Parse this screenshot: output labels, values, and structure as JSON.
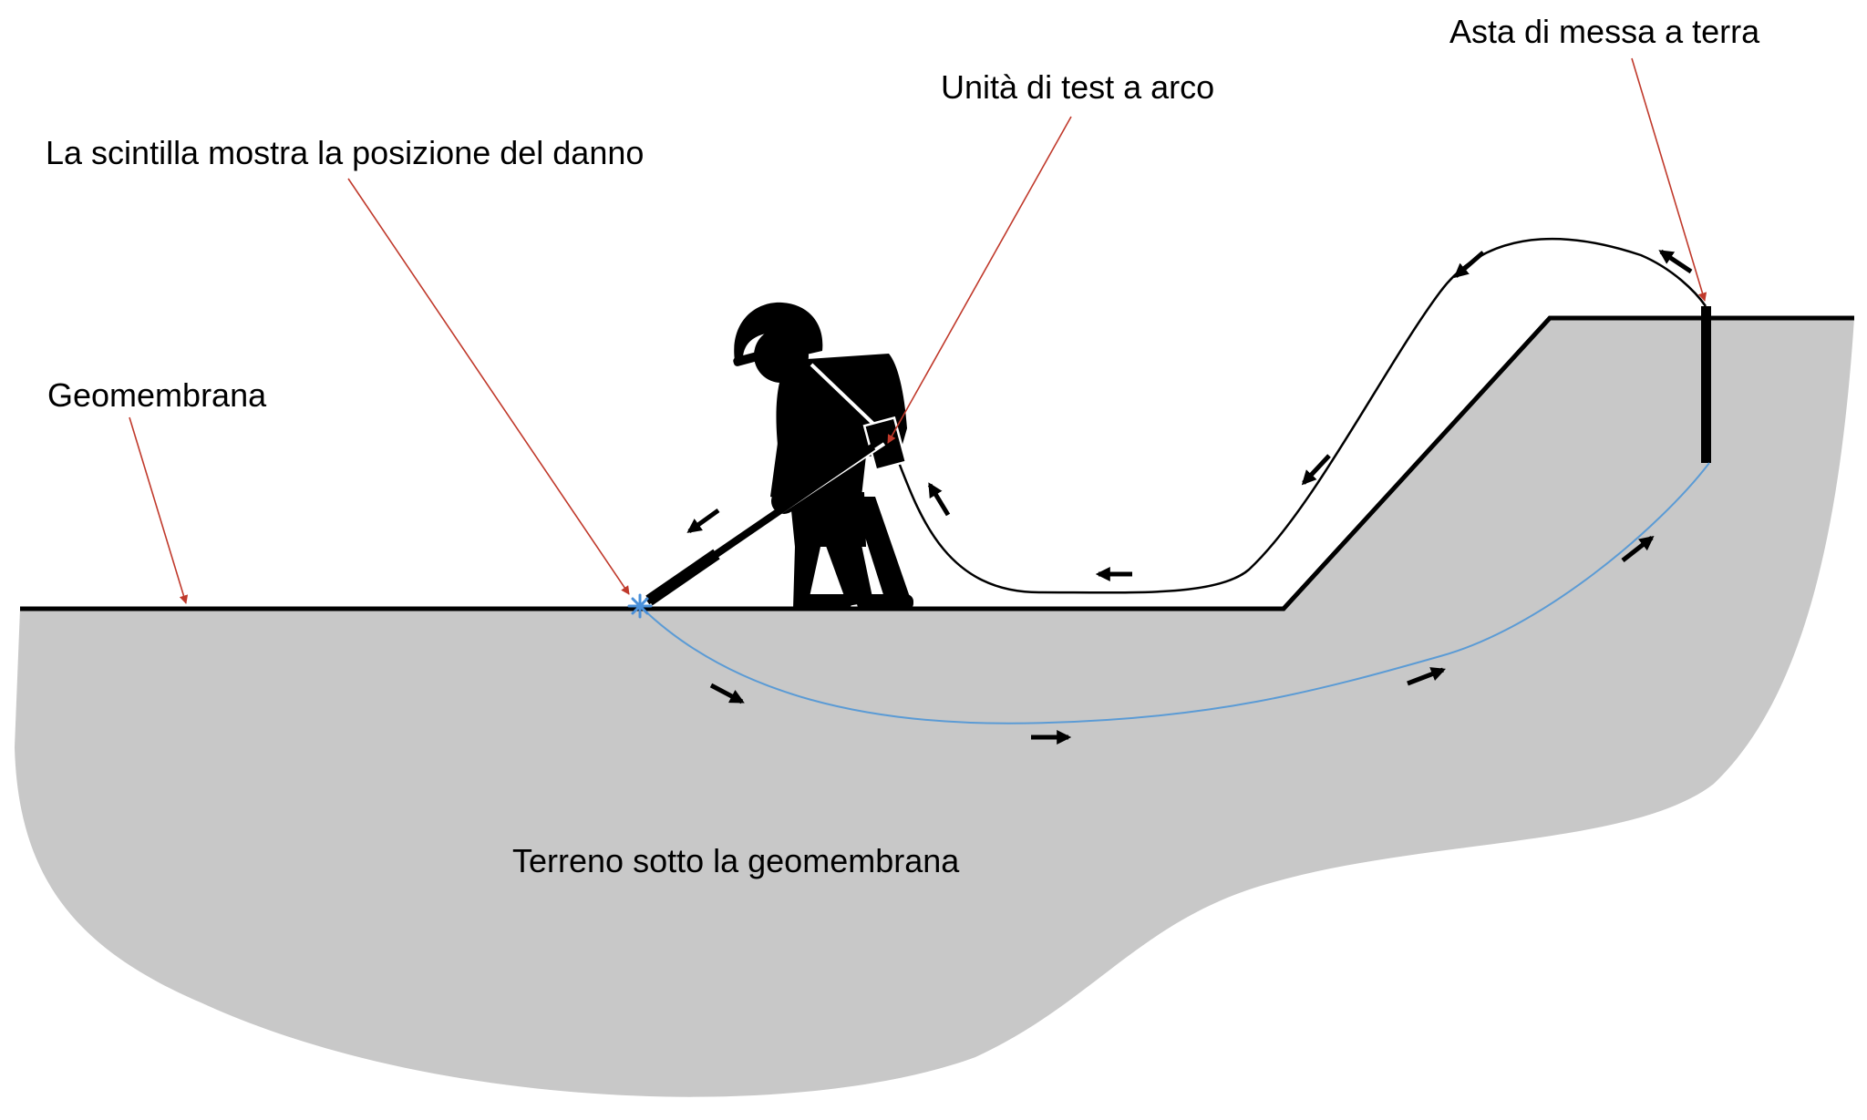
{
  "labels": {
    "grounding_rod": "Asta di messa a terra",
    "arc_test_unit": "Unità di test a arco",
    "spark": "La scintilla mostra la posizione del danno",
    "geomembrane": "Geomembrana",
    "soil": "Terreno sotto la geomembrana"
  },
  "colors": {
    "soil": "#c8c8c8",
    "callout_line": "#c0392b",
    "current_path": "#5b9bd5",
    "spark": "#4a90d9",
    "ink": "#000000"
  },
  "icons": {
    "worker": "worker-with-hard-hat-icon",
    "spark": "spark-asterisk-icon",
    "arrow": "direction-arrow-icon"
  }
}
